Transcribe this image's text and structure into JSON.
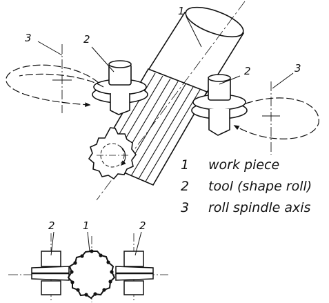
{
  "figure": {
    "callouts": {
      "workpiece": "1",
      "tool_left": "2",
      "tool_right": "2",
      "axis_left": "3",
      "axis_right": "3",
      "bottom_tool_left": "2",
      "bottom_workpiece": "1",
      "bottom_tool_right": "2"
    }
  },
  "legend": {
    "items": [
      {
        "number": "1",
        "text": "work piece"
      },
      {
        "number": "2",
        "text": "tool (shape roll)"
      },
      {
        "number": "3",
        "text": "roll spindle axis"
      }
    ]
  }
}
